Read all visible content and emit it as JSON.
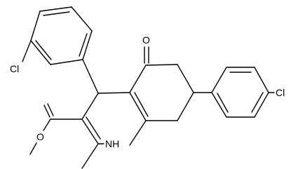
{
  "molecule": {
    "atom_labels": {
      "cl_ortho": "Cl",
      "cl_para": "Cl",
      "oxygen_ketone": "O",
      "nh": "NH",
      "oxygen_ester": "O"
    }
  },
  "colors": {
    "bond": "#000000",
    "label": "#000000",
    "background": "#ffffff"
  }
}
